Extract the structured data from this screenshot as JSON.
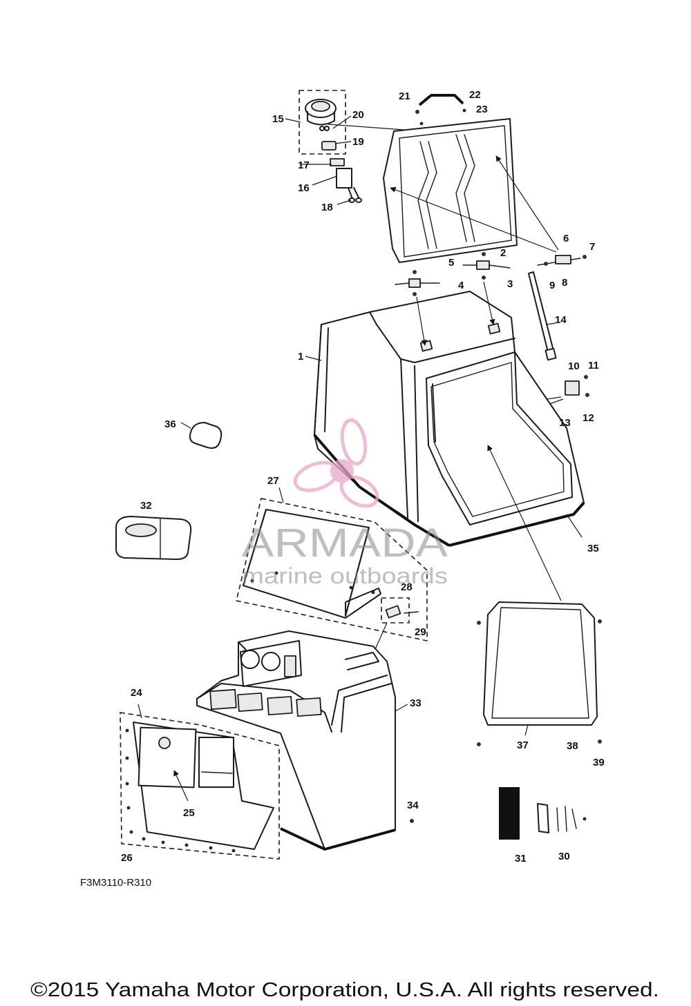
{
  "diagram": {
    "callouts": [
      {
        "id": "1",
        "label": "1"
      },
      {
        "id": "2",
        "label": "2"
      },
      {
        "id": "3",
        "label": "3"
      },
      {
        "id": "4",
        "label": "4"
      },
      {
        "id": "5",
        "label": "5"
      },
      {
        "id": "6",
        "label": "6"
      },
      {
        "id": "7",
        "label": "7"
      },
      {
        "id": "8",
        "label": "8"
      },
      {
        "id": "9",
        "label": "9"
      },
      {
        "id": "10",
        "label": "10"
      },
      {
        "id": "11",
        "label": "11"
      },
      {
        "id": "12",
        "label": "12"
      },
      {
        "id": "13",
        "label": "13"
      },
      {
        "id": "14",
        "label": "14"
      },
      {
        "id": "15",
        "label": "15"
      },
      {
        "id": "16",
        "label": "16"
      },
      {
        "id": "17",
        "label": "17"
      },
      {
        "id": "18",
        "label": "18"
      },
      {
        "id": "19",
        "label": "19"
      },
      {
        "id": "20",
        "label": "20"
      },
      {
        "id": "21",
        "label": "21"
      },
      {
        "id": "22",
        "label": "22"
      },
      {
        "id": "23",
        "label": "23"
      },
      {
        "id": "24",
        "label": "24"
      },
      {
        "id": "25",
        "label": "25"
      },
      {
        "id": "26",
        "label": "26"
      },
      {
        "id": "27",
        "label": "27"
      },
      {
        "id": "28",
        "label": "28"
      },
      {
        "id": "29",
        "label": "29"
      },
      {
        "id": "30",
        "label": "30"
      },
      {
        "id": "31",
        "label": "31"
      },
      {
        "id": "32",
        "label": "32"
      },
      {
        "id": "33",
        "label": "33"
      },
      {
        "id": "34",
        "label": "34"
      },
      {
        "id": "35",
        "label": "35"
      },
      {
        "id": "36",
        "label": "36"
      },
      {
        "id": "37",
        "label": "37"
      },
      {
        "id": "38",
        "label": "38"
      },
      {
        "id": "39",
        "label": "39"
      }
    ],
    "figure_code": "F3M3110-R310"
  },
  "watermark": {
    "brand": "ARMADA",
    "tagline": "marine outboards",
    "logo_icon": "propeller-icon",
    "logo_color": "#e8a6c8",
    "text_color": "#8a8a8a"
  },
  "footer": {
    "copyright": "©2015 Yamaha Motor Corporation, U.S.A. All rights reserved."
  }
}
